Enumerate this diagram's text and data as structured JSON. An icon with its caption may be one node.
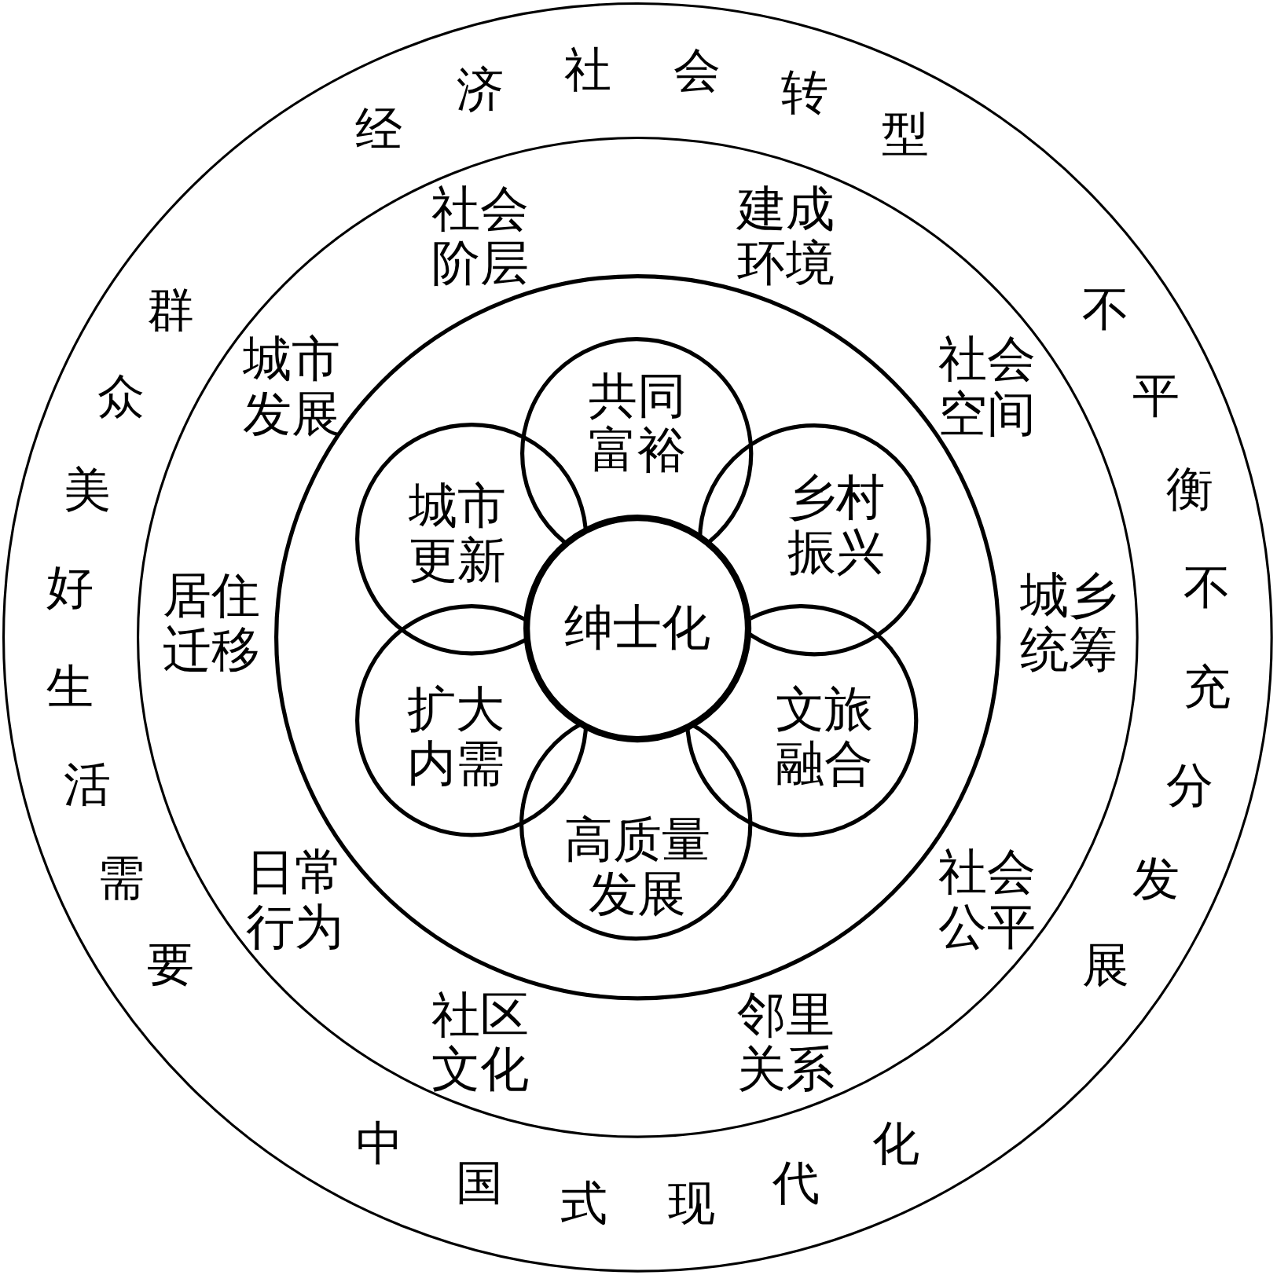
{
  "diagram": {
    "nodes": [
      {
        "text": [
          "经济社会转型",
          "不平衡不充分发展",
          "中国式现代化",
          "群众美好生活需要"
        ]
      },
      {
        "text": [
          "社会阶层",
          "建成环境",
          "城市发展",
          "社会空间",
          "居住迁移",
          "城乡统筹",
          "日常行为",
          "社会公平",
          "社区文化",
          "邻里关系"
        ],
        "in": 0
      },
      {
        "text": [],
        "shape": "circle",
        "in": 1
      },
      {
        "text": [
          "共同富裕"
        ],
        "in": 2
      },
      {
        "text": [
          "城市更新"
        ],
        "in": 2
      },
      {
        "text": [
          "乡村振兴"
        ],
        "in": 2
      },
      {
        "text": [
          "扩大内需"
        ],
        "in": 2
      },
      {
        "text": [
          "文旅融合"
        ],
        "in": 2
      },
      {
        "text": [
          "高质量发展"
        ],
        "in": 2
      },
      {
        "text": [
          "绅士化"
        ],
        "in": 2
      }
    ]
  }
}
